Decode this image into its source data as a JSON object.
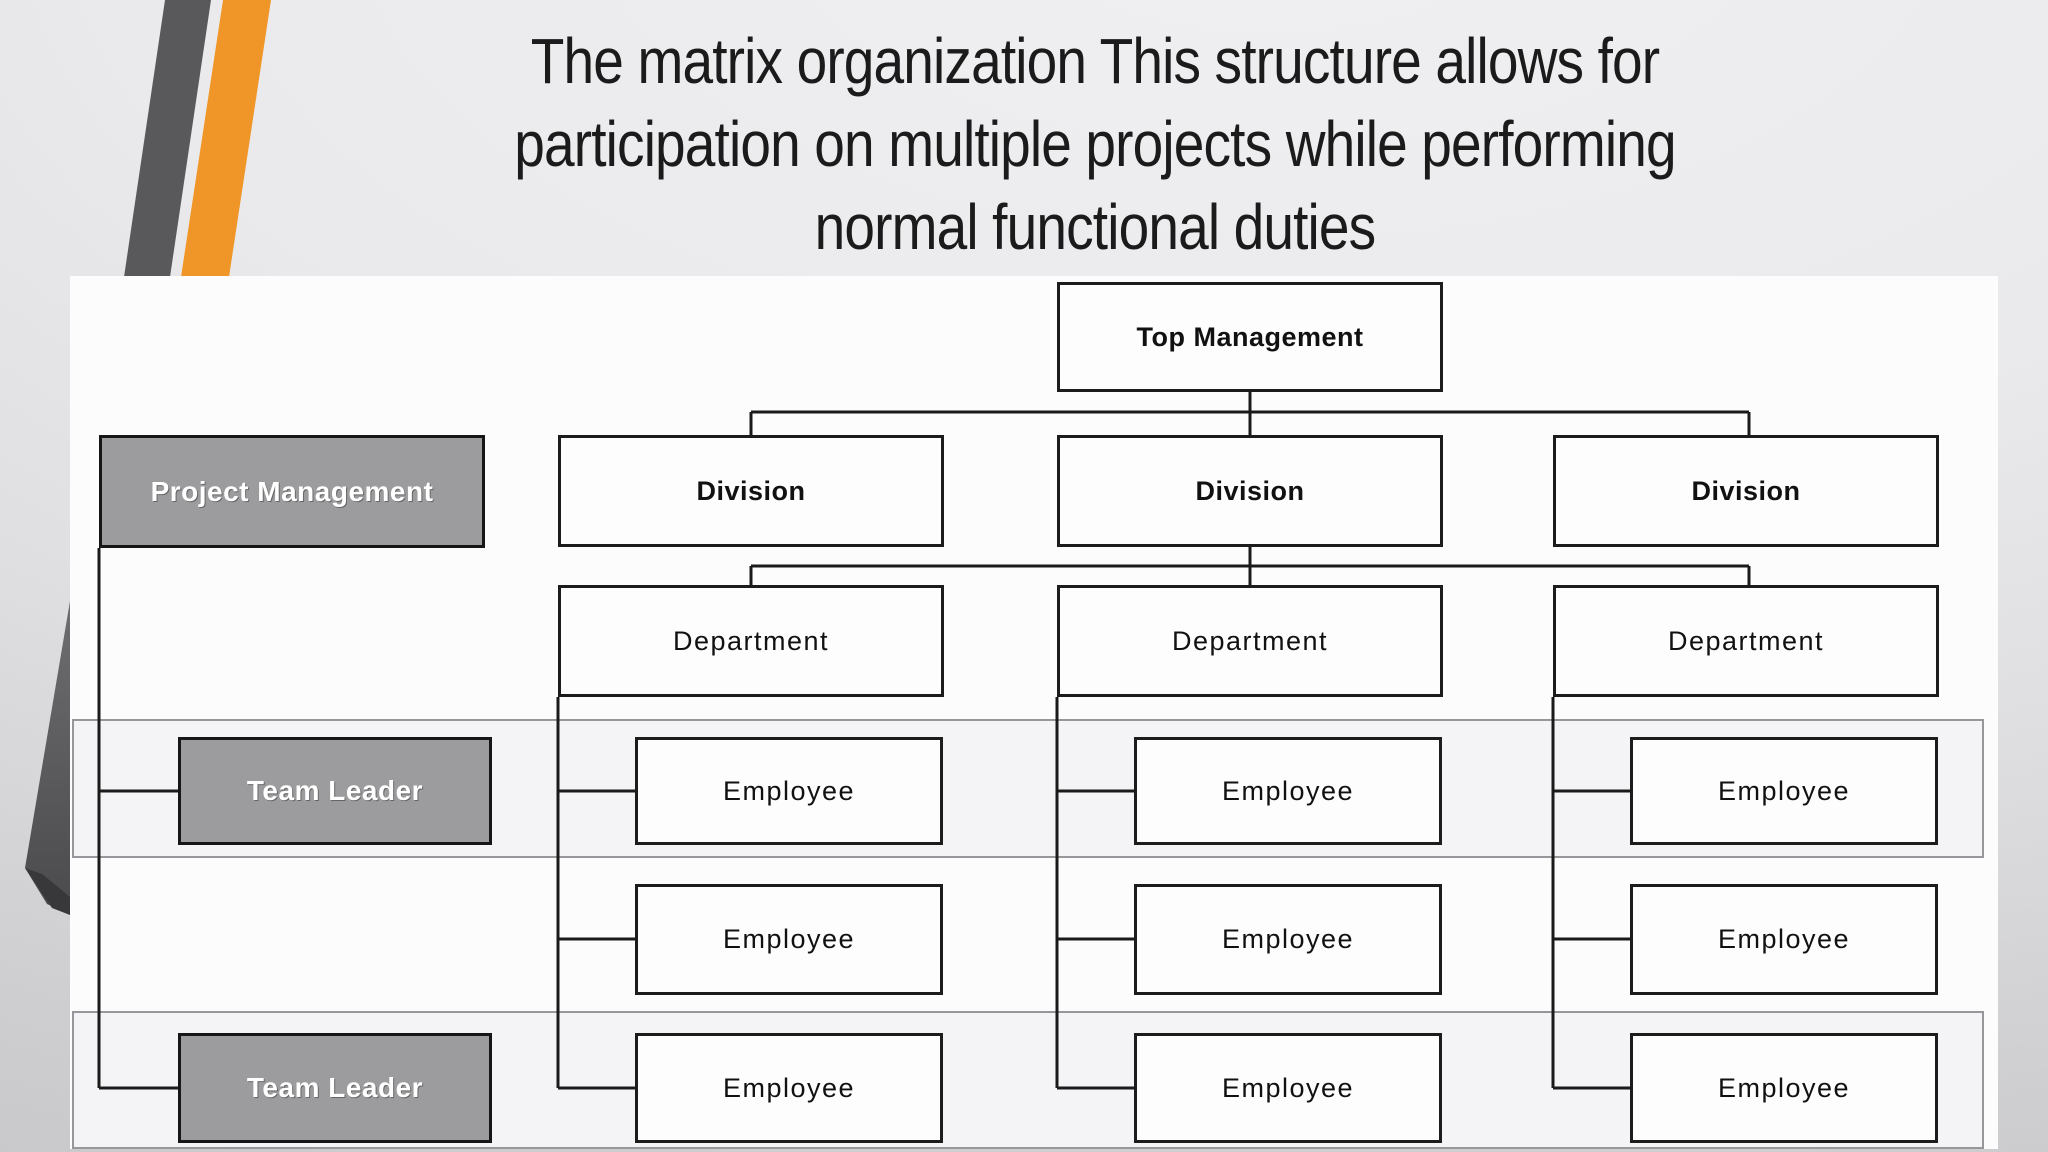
{
  "slide": {
    "title_lines": [
      "The matrix organization This structure allows for",
      "participation on multiple projects while performing",
      "normal functional duties"
    ]
  },
  "palette": {
    "background_top": "#eeeeef",
    "background_bottom_left": "#c5c5c7",
    "stripe_dark": "#59595b",
    "stripe_orange": "#f09628",
    "panel": "#fcfcfd",
    "band_fill": "#f4f4f6",
    "band_border": "#97979b",
    "connector": "#1a1a1a",
    "box_border": "#1c1c1c",
    "gray_box_fill": "#9c9c9e",
    "white_box_fill": "#fdfdfe",
    "title_text": "#1b1b1b",
    "gray_box_text": "#ffffff",
    "white_box_text": "#111111"
  },
  "org_chart": {
    "top_management": "Top Management",
    "project_management": "Project Management",
    "divisions": [
      "Division",
      "Division",
      "Division"
    ],
    "departments": [
      "Department",
      "Department",
      "Department"
    ],
    "team_leaders": [
      "Team Leader",
      "Team Leader"
    ],
    "employee_rows": [
      [
        "Employee",
        "Employee",
        "Employee"
      ],
      [
        "Employee",
        "Employee",
        "Employee"
      ],
      [
        "Employee",
        "Employee",
        "Employee"
      ]
    ]
  }
}
